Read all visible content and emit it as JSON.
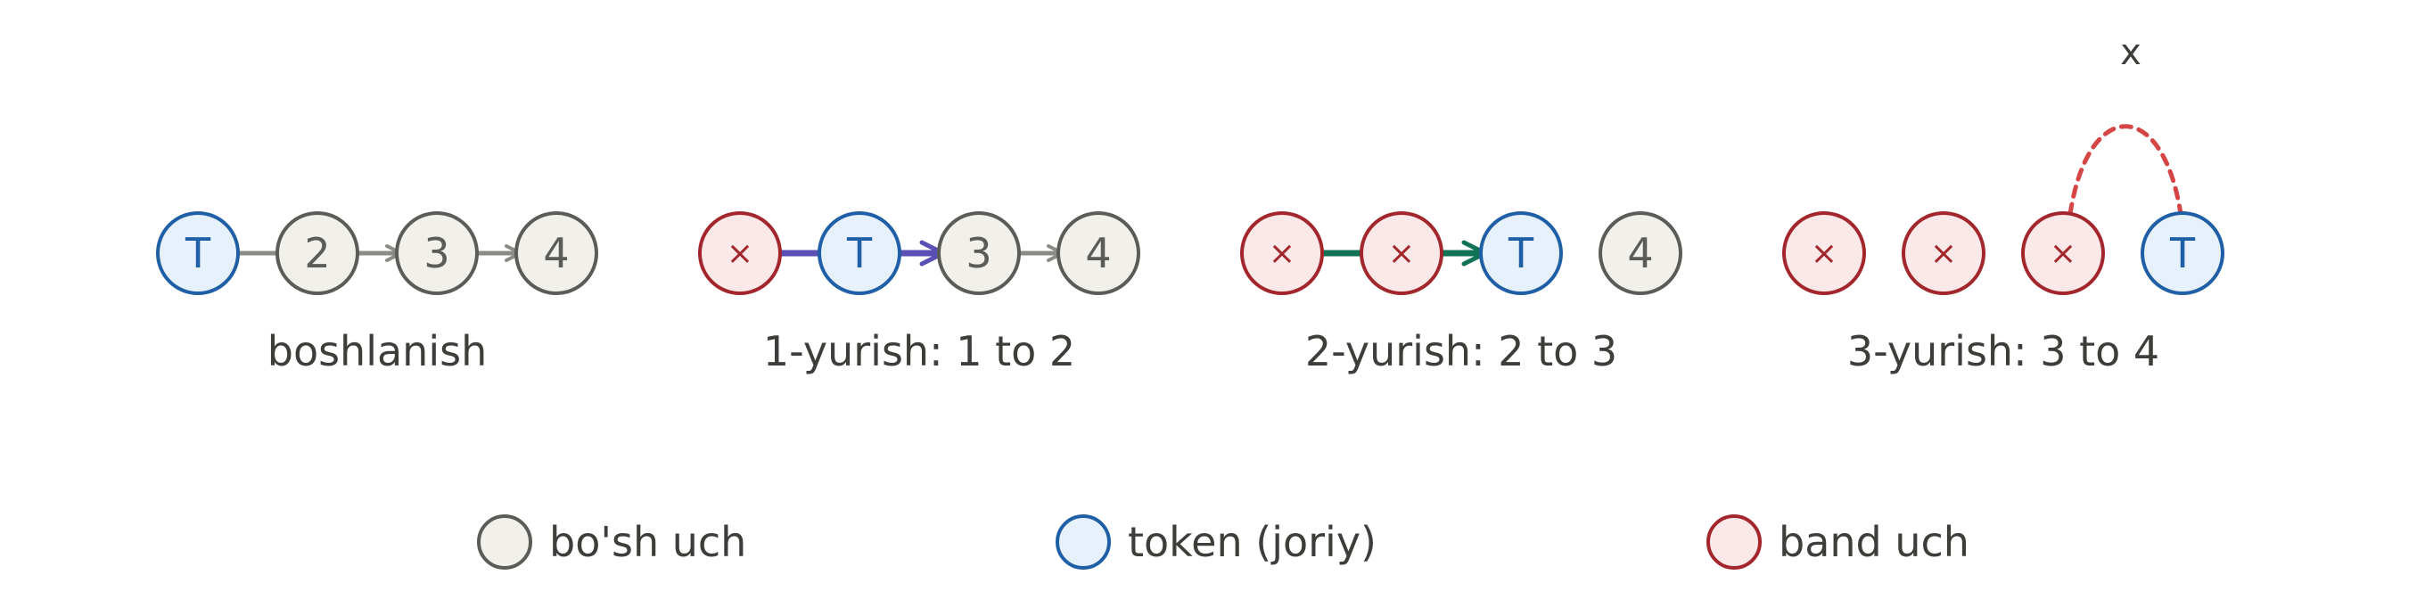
{
  "colors": {
    "free_fill": "#f2f0ea",
    "free_stroke": "#5b5b57",
    "token_fill": "#e7f1fb",
    "token_stroke": "#1f5fa6",
    "busy_fill": "#fbe9ea",
    "busy_stroke": "#a3262c",
    "edge_gray": "#8a8a86",
    "edge_purple": "#5a4fb4",
    "edge_green": "#127255",
    "dashed_red": "#d64545",
    "text": "#3d3d3a"
  },
  "stages": [
    {
      "caption": "boshlanish",
      "nodes": [
        {
          "state": "token",
          "label": "T"
        },
        {
          "state": "free",
          "label": "2"
        },
        {
          "state": "free",
          "label": "3"
        },
        {
          "state": "free",
          "label": "4"
        }
      ],
      "edges": [
        {
          "from": 0,
          "to": 1,
          "style": "line",
          "color": "edge_gray"
        },
        {
          "from": 1,
          "to": 2,
          "style": "arrow",
          "color": "edge_gray"
        },
        {
          "from": 2,
          "to": 3,
          "style": "arrow",
          "color": "edge_gray"
        }
      ]
    },
    {
      "caption": "1-yurish: 1 to 2",
      "nodes": [
        {
          "state": "busy",
          "label": "×"
        },
        {
          "state": "token",
          "label": "T"
        },
        {
          "state": "free",
          "label": "3"
        },
        {
          "state": "free",
          "label": "4"
        }
      ],
      "edges": [
        {
          "from": 0,
          "to": 1,
          "style": "line",
          "color": "edge_purple"
        },
        {
          "from": 1,
          "to": 2,
          "style": "arrow",
          "color": "edge_purple"
        },
        {
          "from": 2,
          "to": 3,
          "style": "arrow",
          "color": "edge_gray"
        }
      ]
    },
    {
      "caption": "2-yurish: 2 to 3",
      "nodes": [
        {
          "state": "busy",
          "label": "×"
        },
        {
          "state": "busy",
          "label": "×"
        },
        {
          "state": "token",
          "label": "T"
        },
        {
          "state": "free",
          "label": "4"
        }
      ],
      "edges": [
        {
          "from": 0,
          "to": 1,
          "style": "line",
          "color": "edge_green"
        },
        {
          "from": 1,
          "to": 2,
          "style": "arrow",
          "color": "edge_green"
        }
      ]
    },
    {
      "caption": "3-yurish: 3 to 4",
      "nodes": [
        {
          "state": "busy",
          "label": "×"
        },
        {
          "state": "busy",
          "label": "×"
        },
        {
          "state": "busy",
          "label": "×"
        },
        {
          "state": "token",
          "label": "T"
        }
      ],
      "edges": [
        {
          "from": 2,
          "to": 3,
          "style": "dashed-arc",
          "color": "dashed_red",
          "label": "x"
        }
      ]
    }
  ],
  "legend": [
    {
      "state": "free",
      "label": "bo'sh uch"
    },
    {
      "state": "token",
      "label": "token (joriy)"
    },
    {
      "state": "busy",
      "label": "band uch"
    }
  ]
}
